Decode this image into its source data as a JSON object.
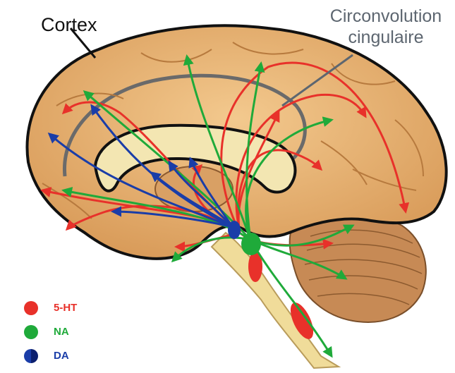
{
  "labels": {
    "cortex": "Cortex",
    "cingulate_line1": "Circonvolution",
    "cingulate_line2": "cingulaire"
  },
  "legend": [
    {
      "label": "5-HT",
      "color": "#e8312a"
    },
    {
      "label": "NA",
      "color": "#1faa3a"
    },
    {
      "label": "DA",
      "color": "#1a3da8"
    }
  ],
  "colors": {
    "brain_fill": "#e8b373",
    "brain_outline": "#111111",
    "cingulate_outline": "#6a6a6a",
    "ventricle_fill": "#f3e6b2",
    "cerebellum_fill": "#c78a55",
    "brainstem_fill": "#f0dc9a",
    "serotonin": "#e8312a",
    "noradrenaline": "#1faa3a",
    "dopamine": "#1a3da8"
  }
}
